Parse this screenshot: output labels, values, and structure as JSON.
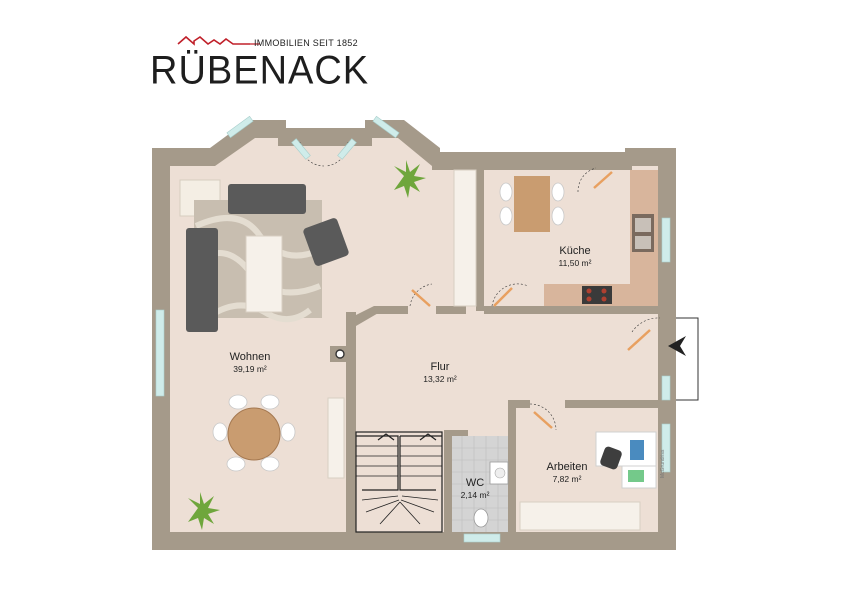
{
  "brand": {
    "name": "RÜBENACK",
    "tagline": "IMMOBILIEN SEIT 1852",
    "accent_color": "#c0202a"
  },
  "rooms": [
    {
      "id": "wohnen",
      "name": "Wohnen",
      "area": "39,19 m²"
    },
    {
      "id": "kueche",
      "name": "Küche",
      "area": "11,50 m²"
    },
    {
      "id": "flur",
      "name": "Flur",
      "area": "13,32 m²"
    },
    {
      "id": "arbeiten",
      "name": "Arbeiten",
      "area": "7,82 m²"
    },
    {
      "id": "wc",
      "name": "WC",
      "area": "2,14 m²"
    }
  ],
  "credit": "McGrundriss",
  "colors": {
    "wall": "#a59a8a",
    "floor": "#eddfd5",
    "wc_tile": "#d4d4d4",
    "counter": "#d8b59c",
    "window": "#cfecea"
  },
  "icons": [
    "house-roof-icon",
    "entrance-arrow-icon",
    "plant-icon",
    "chimney-icon"
  ]
}
